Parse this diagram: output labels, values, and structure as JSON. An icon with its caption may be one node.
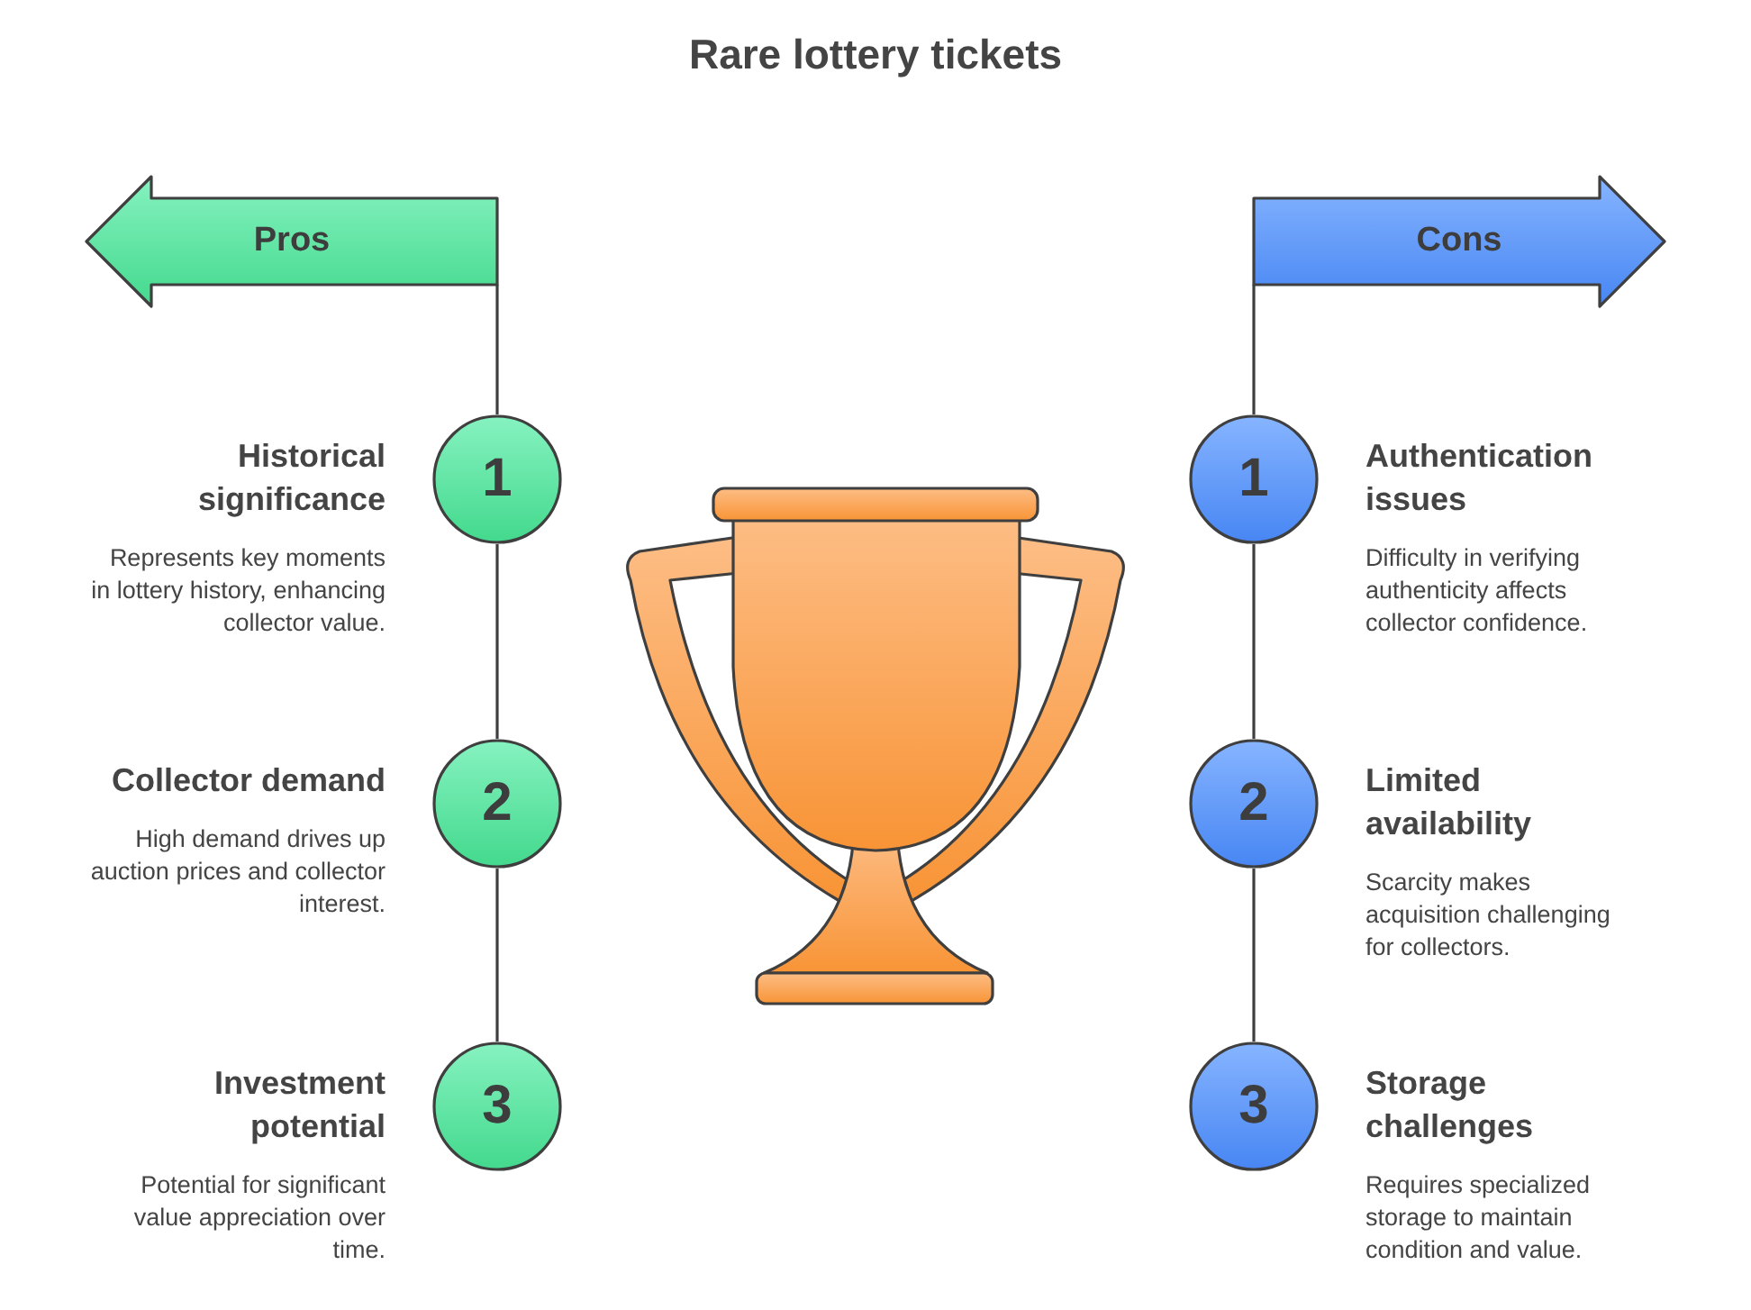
{
  "diagram": {
    "title": "Rare lottery tickets",
    "nodes": [
      {
        "text": [
          "Pros"
        ]
      },
      {
        "text": [
          "Cons"
        ]
      },
      {
        "text": [
          "1"
        ],
        "beside": [
          "Historical significance",
          "Represents key moments in lottery history, enhancing collector value."
        ]
      },
      {
        "text": [
          "2"
        ],
        "beside": [
          "Collector demand",
          "High demand drives up auction prices and collector interest."
        ]
      },
      {
        "text": [
          "3"
        ],
        "beside": [
          "Investment potential",
          "Potential for significant value appreciation over time."
        ]
      },
      {
        "text": [
          "1"
        ],
        "beside": [
          "Authentication issues",
          "Difficulty in verifying authenticity affects collector confidence."
        ]
      },
      {
        "text": [
          "2"
        ],
        "beside": [
          "Limited availability",
          "Scarcity makes acquisition challenging for collectors."
        ]
      },
      {
        "text": [
          "3"
        ],
        "beside": [
          "Storage challenges",
          "Requires specialized storage to maintain condition and value."
        ]
      }
    ],
    "edges": [
      {
        "from": 0,
        "to": 2,
        "arrow": "none"
      },
      {
        "from": 2,
        "to": 3,
        "arrow": "none"
      },
      {
        "from": 3,
        "to": 4,
        "arrow": "none"
      },
      {
        "from": 1,
        "to": 5,
        "arrow": "none"
      },
      {
        "from": 5,
        "to": 6,
        "arrow": "none"
      },
      {
        "from": 6,
        "to": 7,
        "arrow": "none"
      }
    ]
  }
}
